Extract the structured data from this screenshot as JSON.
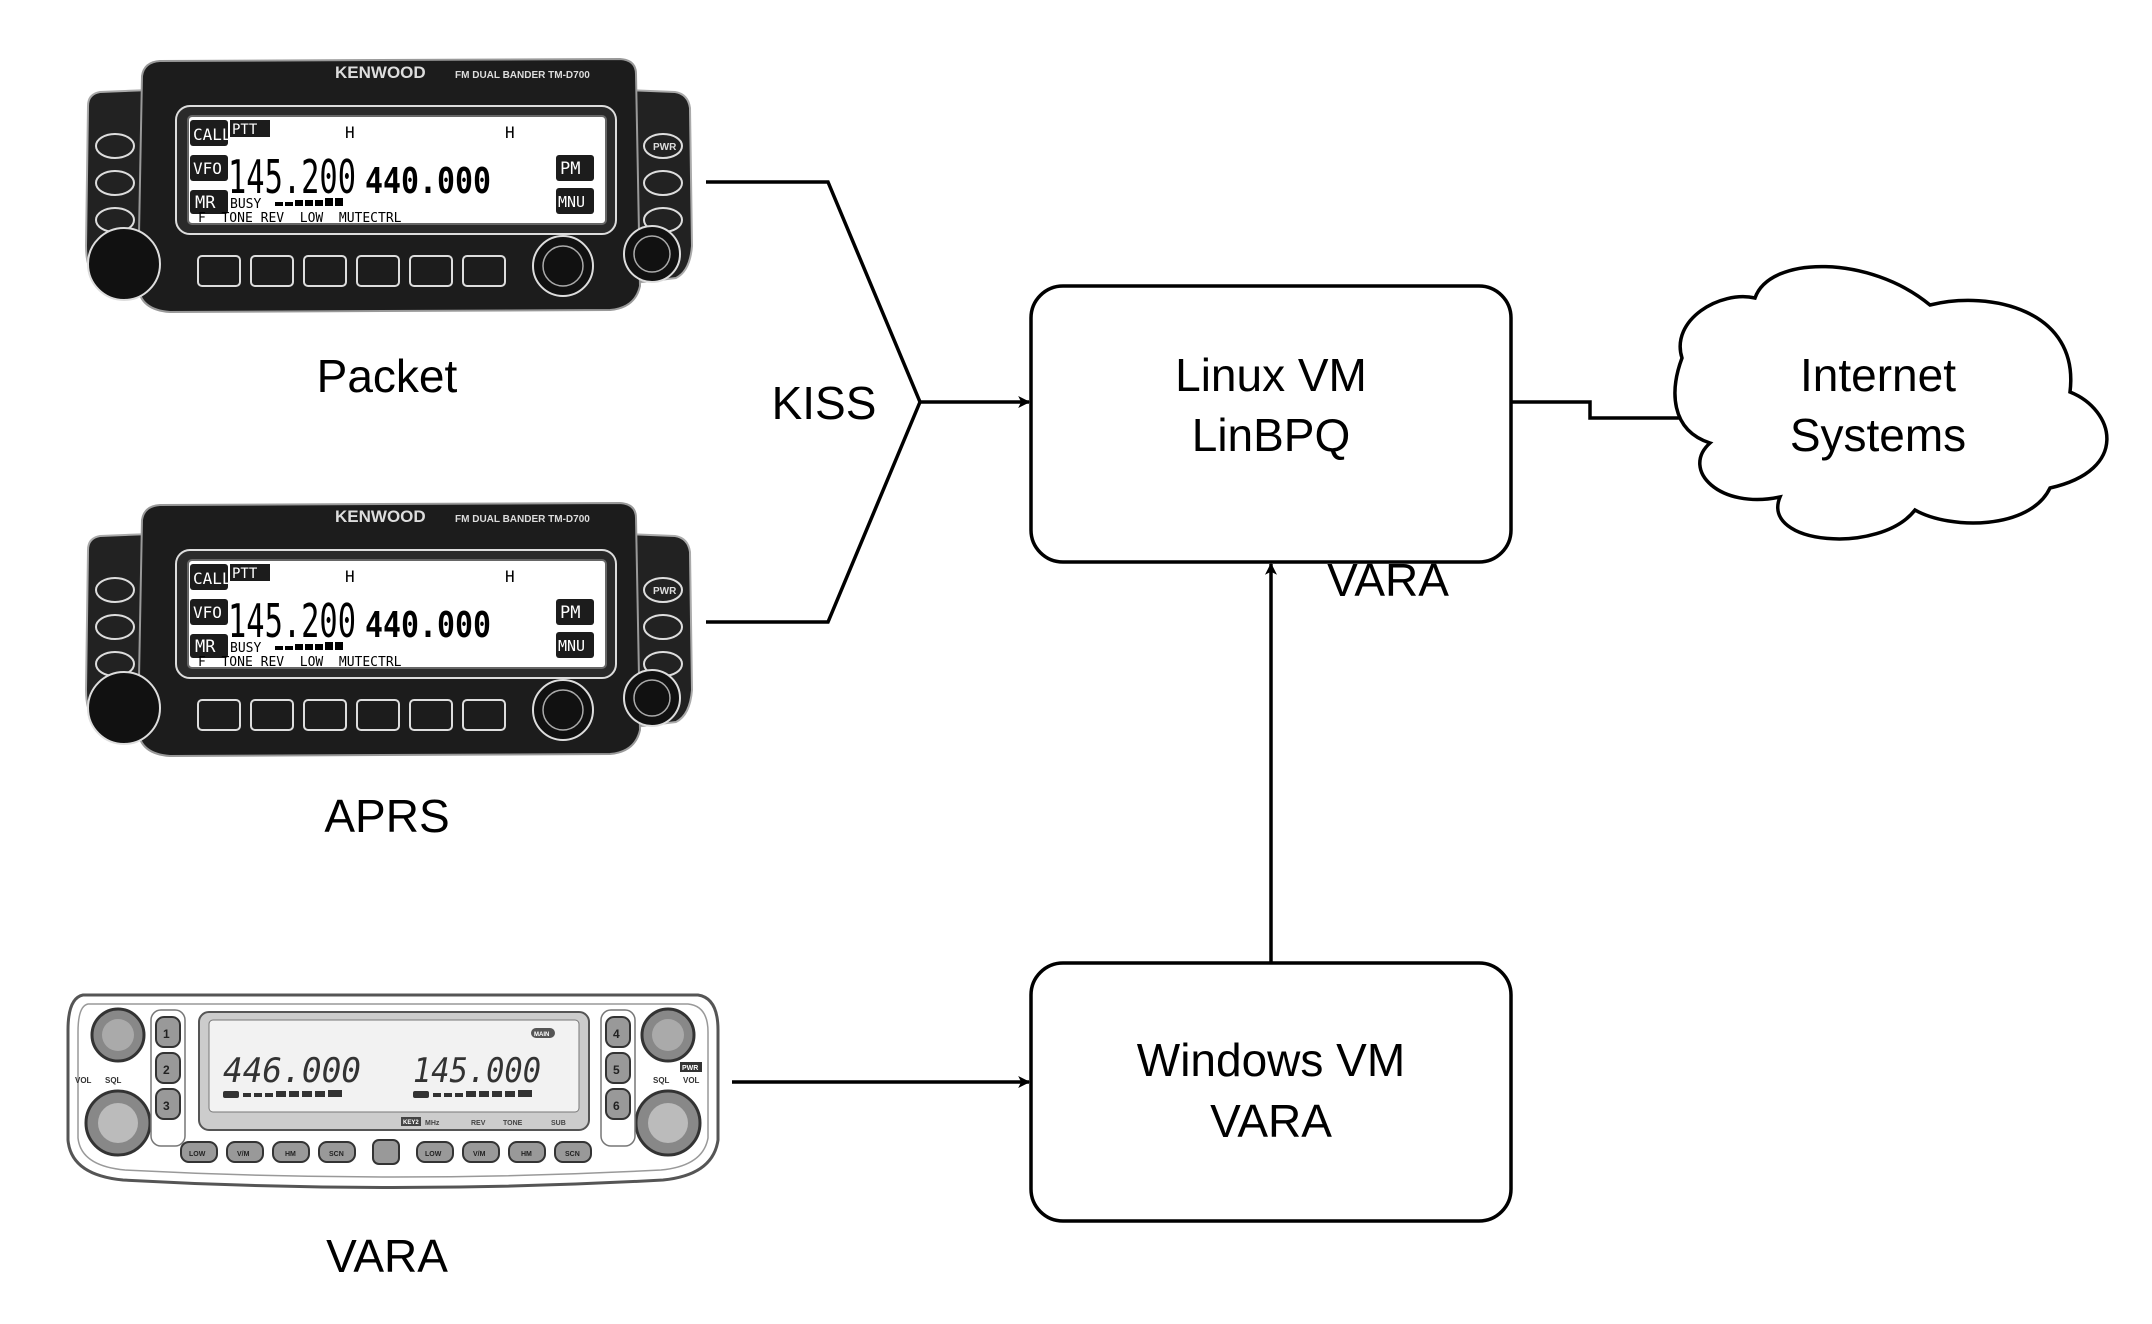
{
  "diagram": {
    "nodes": {
      "linux_vm": {
        "line1": "Linux VM",
        "line2": "LinBPQ"
      },
      "windows_vm": {
        "line1": "Windows VM",
        "line2": "VARA"
      },
      "internet": {
        "line1": "Internet",
        "line2": "Systems"
      }
    },
    "radios": {
      "packet": {
        "caption": "Packet",
        "brand": "KENWOOD",
        "model": "FM DUAL BANDER TM-D700",
        "left_freq": "145.200",
        "right_freq": "440.000",
        "left_keys": [
          "CALL",
          "VFO",
          "MR"
        ],
        "right_keys": [
          "PM",
          "MNU"
        ],
        "ptt": "PTT",
        "h_marks": [
          "H",
          "H"
        ],
        "busy": "BUSY",
        "function_row": "F  TONE REV  LOW  MUTECTRL",
        "pwr": "PWR"
      },
      "aprs": {
        "caption": "APRS",
        "brand": "KENWOOD",
        "model": "FM DUAL BANDER TM-D700",
        "left_freq": "145.200",
        "right_freq": "440.000",
        "left_keys": [
          "CALL",
          "VFO",
          "MR"
        ],
        "right_keys": [
          "PM",
          "MNU"
        ],
        "ptt": "PTT",
        "h_marks": [
          "H",
          "H"
        ],
        "busy": "BUSY",
        "function_row": "F  TONE REV  LOW  MUTECTRL",
        "pwr": "PWR"
      },
      "vara": {
        "caption": "VARA",
        "left_freq": "446.000",
        "right_freq": "145.000",
        "side_keys_left": [
          "1",
          "2",
          "3"
        ],
        "side_keys_right": [
          "4",
          "5",
          "6"
        ],
        "bottom_keys": [
          "LOW",
          "V/M",
          "HM",
          "SCN",
          "",
          "LOW",
          "V/M",
          "HM",
          "SCN"
        ],
        "status_row": [
          "KEY2",
          "MHz",
          "REV",
          "TONE",
          "SUB"
        ],
        "main_badge": "MAIN",
        "knob_labels_left": [
          "VOL",
          "SQL"
        ],
        "knob_labels_right": [
          "SQL",
          "VOL"
        ],
        "pwr": "PWR"
      }
    },
    "edges": {
      "kiss_label": "KISS",
      "vara_label": "VARA"
    }
  }
}
